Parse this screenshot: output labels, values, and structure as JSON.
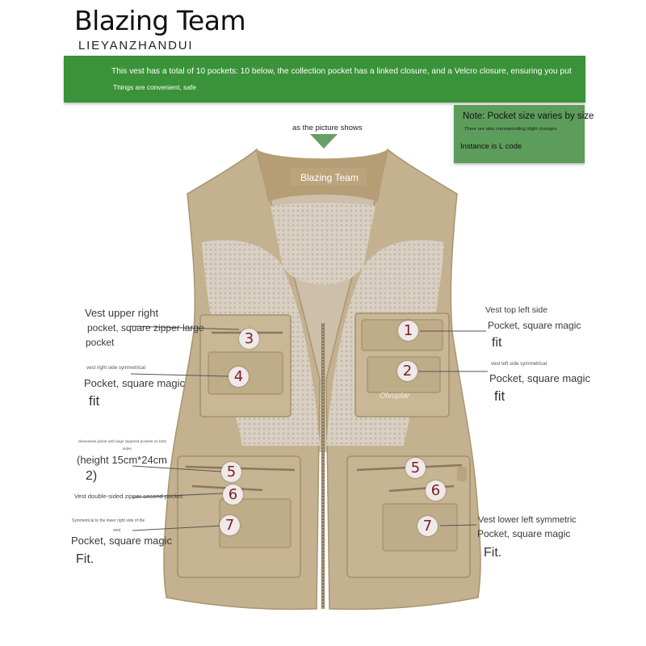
{
  "header": {
    "brand": "Blazing Team",
    "brand_sub": "LIEYANZHANDUI"
  },
  "banner": {
    "line1": "This vest has a total of 10 pockets: 10 below, the collection pocket has a linked closure, and a Velcro closure, ensuring you put",
    "line2": "Things are convenient, safe"
  },
  "note": {
    "title": "Note: Pocket size varies by size",
    "subtitle": "There are also corresponding slight changes",
    "instance": "Instance is L code"
  },
  "caption": "as the picture shows",
  "vest": {
    "collar_label": "Blazing Team",
    "chest_logo": "Olvuplar"
  },
  "callouts": [
    "1",
    "2",
    "3",
    "4",
    "5",
    "6",
    "7",
    "5",
    "6",
    "7"
  ],
  "left_labels": {
    "upper_right": {
      "line1": "Vest upper right",
      "line2": "pocket, square zipper large",
      "line3": "pocket"
    },
    "right_side": {
      "small": "vest right side symmetrical",
      "line1": "Pocket, square magic",
      "line2": "fit"
    },
    "sleeveless": {
      "small1": "Sleeveless jacket with large zippered pockets on both",
      "small2": "sides",
      "line1": "(height 15cm*24cm",
      "line2": "2)"
    },
    "double_sided": "Vest double-sided zipper second pocket",
    "lower_right": {
      "small1": "Symmetrical to the lower right side of the",
      "small2": "vest",
      "line1": "Pocket, square magic",
      "line2": "Fit."
    }
  },
  "right_labels": {
    "top_left": {
      "line1": "Vest top left side",
      "line2": "Pocket, square magic",
      "line3": "fit"
    },
    "left_side": {
      "small": "vest left side symmetrical",
      "line1": "Pocket, square magic",
      "line2": "fit"
    },
    "lower_left": {
      "line1": "Vest lower left symmetric",
      "line2": "Pocket, square magic",
      "line3": "Fit."
    }
  },
  "colors": {
    "banner_green": "#3a9239",
    "note_green": "#5d9d5b",
    "vest_khaki": "#c4b18f",
    "mesh": "#d8cfc2",
    "callout_text": "#7a1f24"
  }
}
